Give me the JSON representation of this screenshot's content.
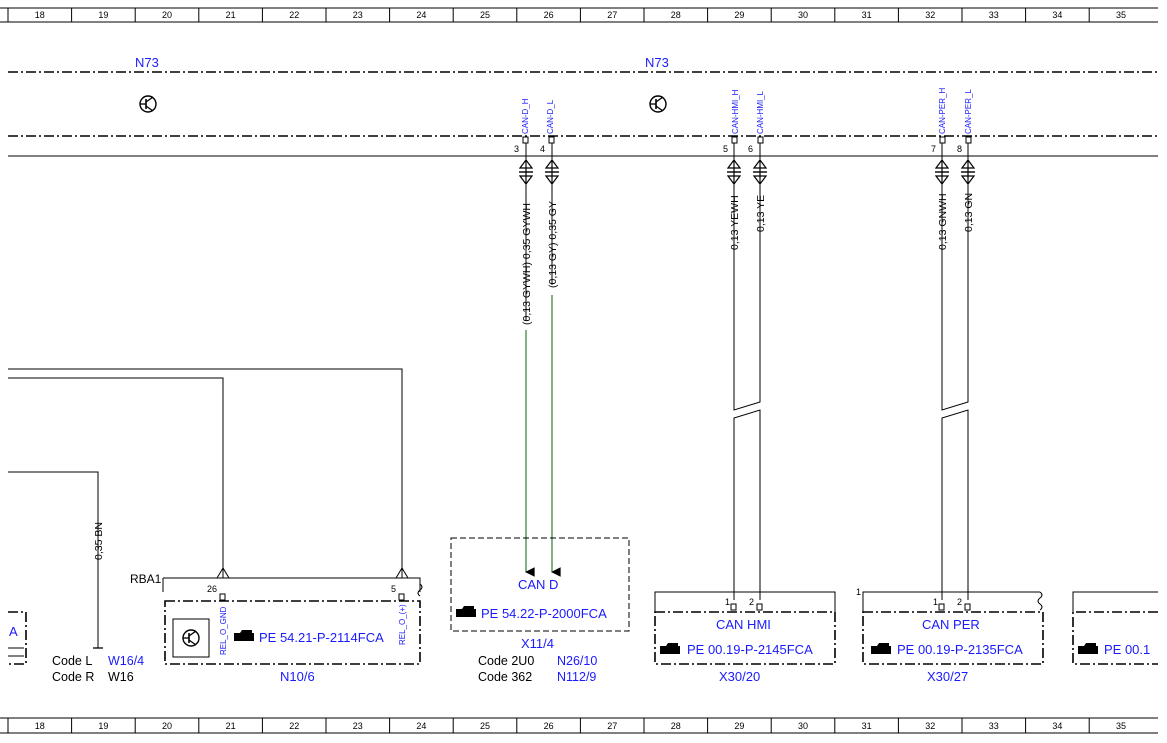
{
  "grid": {
    "columns": [
      "18",
      "19",
      "20",
      "21",
      "22",
      "23",
      "24",
      "25",
      "26",
      "27",
      "28",
      "29",
      "30",
      "31",
      "32",
      "33",
      "34",
      "35"
    ]
  },
  "module": {
    "label_left": "N73",
    "label_right": "N73"
  },
  "can_pins": [
    {
      "num": "3",
      "signal": "CAN-D_H"
    },
    {
      "num": "4",
      "signal": "CAN-D_L"
    },
    {
      "num": "5",
      "signal": "CAN-HMI_H"
    },
    {
      "num": "6",
      "signal": "CAN-HMI_L"
    },
    {
      "num": "7",
      "signal": "CAN-PER_H"
    },
    {
      "num": "8",
      "signal": "CAN-PER_L"
    }
  ],
  "wires": {
    "can_d_h": "(0,13 GYWH) 0,35 GYWH",
    "can_d_l": "(0,13 GY) 0,35 GY",
    "hmi_h": "0,13 YEWH",
    "hmi_l": "0,13 YE",
    "per_h": "0,13 GNWH",
    "per_l": "0,13 GN",
    "left_bn": "0,35 BN"
  },
  "n10_6": {
    "rba_label": "RBA1",
    "pin_left": "26",
    "pin_right": "5",
    "sig_left": "REL_O_GND",
    "sig_right": "REL_O_(+)",
    "ref": "PE 54.21-P-2114FCA",
    "name": "N10/6"
  },
  "can_d": {
    "title": "CAN D",
    "ref": "PE 54.22-P-2000FCA",
    "name": "X11/4",
    "codes": [
      {
        "code": "Code 2U0",
        "comp": "N26/10"
      },
      {
        "code": "Code 362",
        "comp": "N112/9"
      }
    ]
  },
  "can_hmi": {
    "title": "CAN HMI",
    "ref": "PE 00.19-P-2145FCA",
    "name": "X30/20",
    "pin1": "1",
    "pin2": "2"
  },
  "can_per": {
    "title": "CAN PER",
    "ref": "PE 00.19-P-2135FCA",
    "name": "X30/27",
    "pin1": "1",
    "pin2": "2",
    "side": "1"
  },
  "partial_right": {
    "ref": "PE 00.1"
  },
  "partial_left": {
    "letter": "A"
  },
  "left_codes": [
    {
      "code": "Code L",
      "comp": "W16/4"
    },
    {
      "code": "Code R",
      "comp": "W16"
    }
  ],
  "colors": {
    "blue_text": "#1a1aff",
    "green_wire": "#2e7d32",
    "line": "#000000"
  }
}
